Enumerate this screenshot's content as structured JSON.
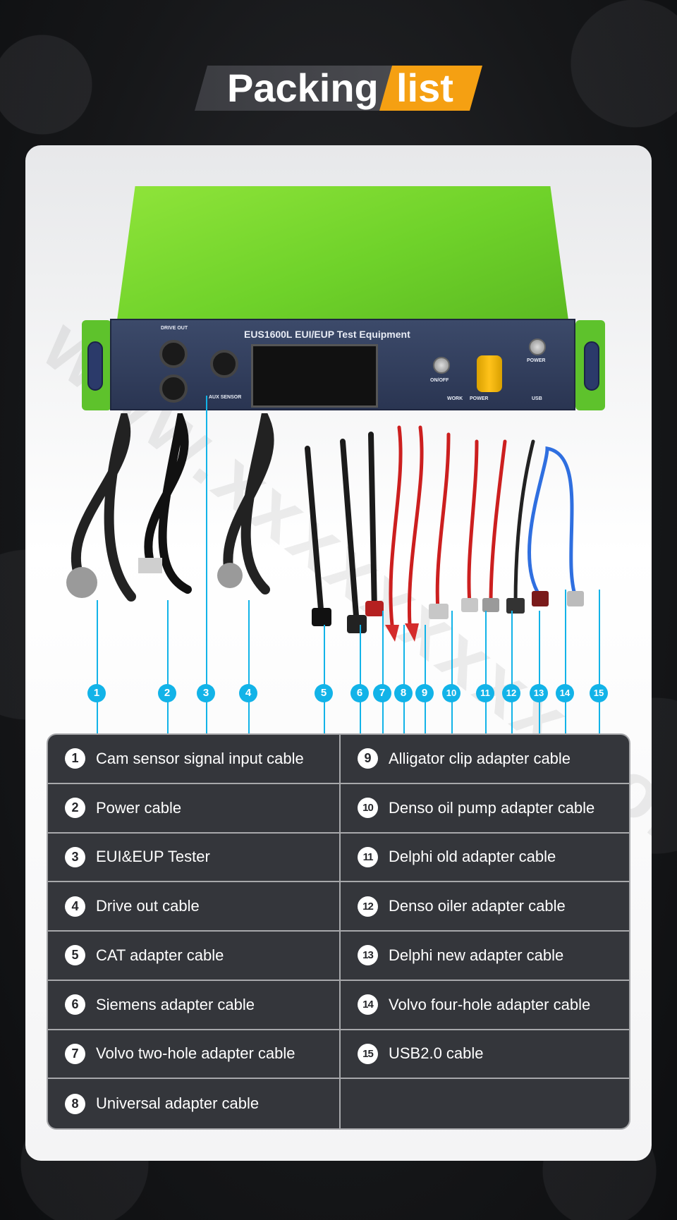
{
  "title": {
    "part1": "Packing",
    "part2": "list"
  },
  "colors": {
    "accent": "#f5a012",
    "callout": "#12b3e8",
    "table_bg": "#34363b",
    "device_green": "#6fd22a"
  },
  "watermark": "www.xxxxxxxxx.com",
  "device": {
    "model_label": "EUS1600L  EUI/EUP Test Equipment",
    "drive_out": "DRIVE OUT",
    "sensor": "AUX SENSOR",
    "on_off": "ON/OFF",
    "power": "POWER",
    "work": "WORK",
    "power_led": "POWER",
    "usb": "USB"
  },
  "markers": [
    "1",
    "2",
    "3",
    "4",
    "5",
    "6",
    "7",
    "8",
    "9",
    "10",
    "11",
    "12",
    "13",
    "14",
    "15"
  ],
  "items": [
    {
      "num": "1",
      "label": "Cam sensor signal input cable"
    },
    {
      "num": "2",
      "label": "Power cable"
    },
    {
      "num": "3",
      "label": "EUI&EUP Tester"
    },
    {
      "num": "4",
      "label": "Drive out cable"
    },
    {
      "num": "5",
      "label": "CAT adapter cable"
    },
    {
      "num": "6",
      "label": "Siemens adapter cable"
    },
    {
      "num": "7",
      "label": "Volvo two-hole adapter cable"
    },
    {
      "num": "8",
      "label": "Universal adapter cable"
    },
    {
      "num": "9",
      "label": "Alligator clip adapter cable"
    },
    {
      "num": "10",
      "label": "Denso oil pump adapter cable"
    },
    {
      "num": "11",
      "label": "Delphi old adapter cable"
    },
    {
      "num": "12",
      "label": "Denso oiler adapter cable"
    },
    {
      "num": "13",
      "label": "Delphi new  adapter cable"
    },
    {
      "num": "14",
      "label": "Volvo four-hole adapter cable"
    },
    {
      "num": "15",
      "label": "USB2.0 cable"
    }
  ]
}
